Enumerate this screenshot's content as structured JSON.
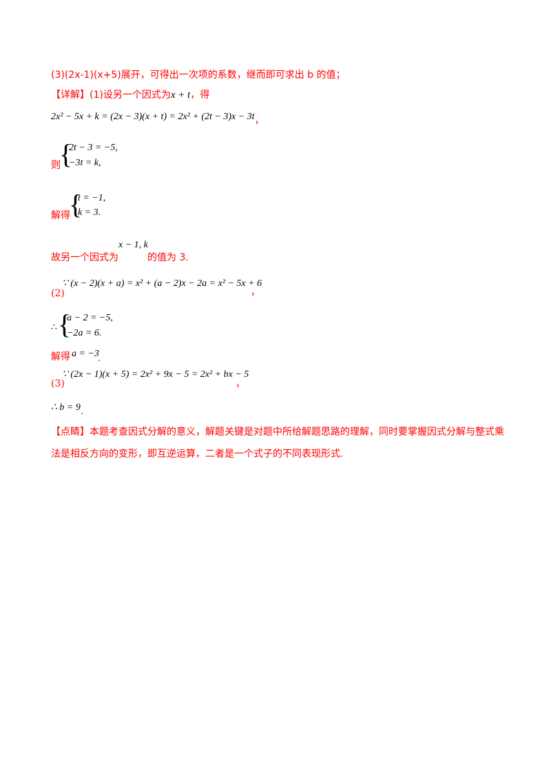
{
  "colors": {
    "accent": "#ff0000",
    "text": "#000000"
  },
  "line1": "(3)(2x-1)(x+5)展开，可得出一次项的系数，继而即可求出 b 的值；",
  "detail": {
    "tag": "【详解】",
    "text": "(1)设另一个因式为",
    "expr": "x + t",
    "tail": "，得"
  },
  "eq1": "2x² − 5x + k = (2x − 3)(x + t) = 2x² + (2t − 3)x − 3t",
  "eq1_tail": "，",
  "then_label": "则",
  "sys1": [
    "2t − 3 = −5,",
    "−3t = k,"
  ],
  "solve_label1": "解得",
  "sys2": [
    "t = −1,",
    "k = 3."
  ],
  "conclusion": {
    "pre": "故另一个因式为",
    "expr": "x − 1, k",
    "post": "的值为 3."
  },
  "part2": {
    "label": "(2)",
    "expr": "∵ (x − 2)(x + a) = x² + (a − 2)x − 2a = x² − 5x + 6",
    "tail": "，"
  },
  "sys3_prefix": "∴",
  "sys3": [
    "a − 2 = −5,",
    "−2a = 6."
  ],
  "solve2": {
    "label": "解得",
    "expr": "a = −3",
    "tail": "."
  },
  "part3": {
    "label": "(3)",
    "expr": "∵ (2x − 1)(x + 5) = 2x² + 9x − 5 = 2x² + bx − 5",
    "tail": "，"
  },
  "result3": {
    "expr": "∴ b = 9",
    "tail": "."
  },
  "comment": {
    "tag": "【点睛】",
    "text": "本题考查因式分解的意义，解题关键是对题中所给解题思路的理解，同时要掌握因式分解与整式乘法是相反方向的变形，即互逆运算，二者是一个式子的不同表现形式."
  }
}
